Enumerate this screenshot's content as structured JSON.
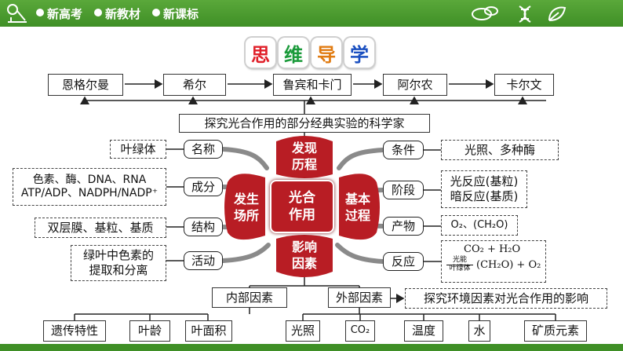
{
  "header": {
    "tags": [
      "新高考",
      "新教材",
      "新课标"
    ]
  },
  "title": [
    "思",
    "维",
    "导",
    "学"
  ],
  "title_colors": [
    "#e0202a",
    "#1a9a3a",
    "#e07a10",
    "#1a4fc0"
  ],
  "scientists": [
    "恩格尔曼",
    "希尔",
    "鲁宾和卡门",
    "阿尔农",
    "卡尔文"
  ],
  "scientists_caption": "探究光合作用的部分经典实验的科学家",
  "center": {
    "line1": "光合",
    "line2": "作用"
  },
  "petals": {
    "top": [
      "发现",
      "历程"
    ],
    "left": [
      "发生",
      "场所"
    ],
    "right": [
      "基本",
      "过程"
    ],
    "bottom": [
      "影响",
      "因素"
    ]
  },
  "left_branches": [
    {
      "label": "名称",
      "detail": [
        "叶绿体"
      ]
    },
    {
      "label": "成分",
      "detail": [
        "色素、酶、DNA、RNA",
        "ATP/ADP、NADPH/NADP⁺"
      ]
    },
    {
      "label": "结构",
      "detail": [
        "双层膜、基粒、基质"
      ]
    },
    {
      "label": "活动",
      "detail": [
        "绿叶中色素的",
        "提取和分离"
      ]
    }
  ],
  "right_branches": [
    {
      "label": "条件",
      "detail": [
        "光照、多种酶"
      ]
    },
    {
      "label": "阶段",
      "detail": [
        "光反应(基粒)",
        "暗反应(基质)"
      ]
    },
    {
      "label": "产物",
      "detail": [
        "O₂、(CH₂O)"
      ]
    },
    {
      "label": "反应",
      "detail": [
        "CO₂ + H₂O",
        "光能",
        "叶绿体",
        "(CH₂O) + O₂"
      ]
    }
  ],
  "factors": {
    "internal": {
      "label": "内部因素",
      "items": [
        "遗传特性",
        "叶龄",
        "叶面积"
      ]
    },
    "external": {
      "label": "外部因素",
      "items": [
        "光照",
        "CO₂",
        "温度",
        "水",
        "矿质元素"
      ],
      "note": "探究环境因素对光合作用的影响"
    }
  },
  "colors": {
    "accent_green": "#3f8f26",
    "petal_red": "#b81d24"
  }
}
